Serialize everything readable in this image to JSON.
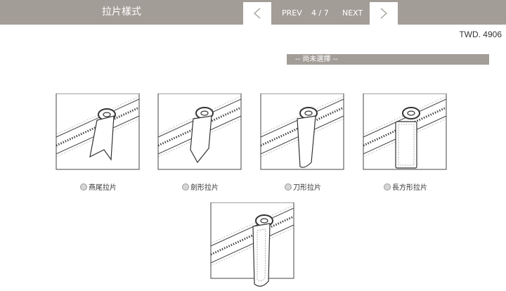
{
  "header": {
    "title": "拉片樣式",
    "prev_label": "PREV",
    "page_counter": "4 / 7",
    "next_label": "NEXT"
  },
  "price": "TWD. 4906",
  "selection_status": "-- 尚未選擇 --",
  "options": [
    {
      "label": "燕尾拉片",
      "icon": "swallowtail-pull-icon"
    },
    {
      "label": "劍形拉片",
      "icon": "sword-pull-icon"
    },
    {
      "label": "刀形拉片",
      "icon": "blade-pull-icon"
    },
    {
      "label": "長方形拉片",
      "icon": "rectangle-pull-icon"
    },
    {
      "label": "",
      "icon": "long-pull-icon"
    }
  ],
  "colors": {
    "header_bg": "#a39d97",
    "text_on_header": "#ffffff"
  }
}
